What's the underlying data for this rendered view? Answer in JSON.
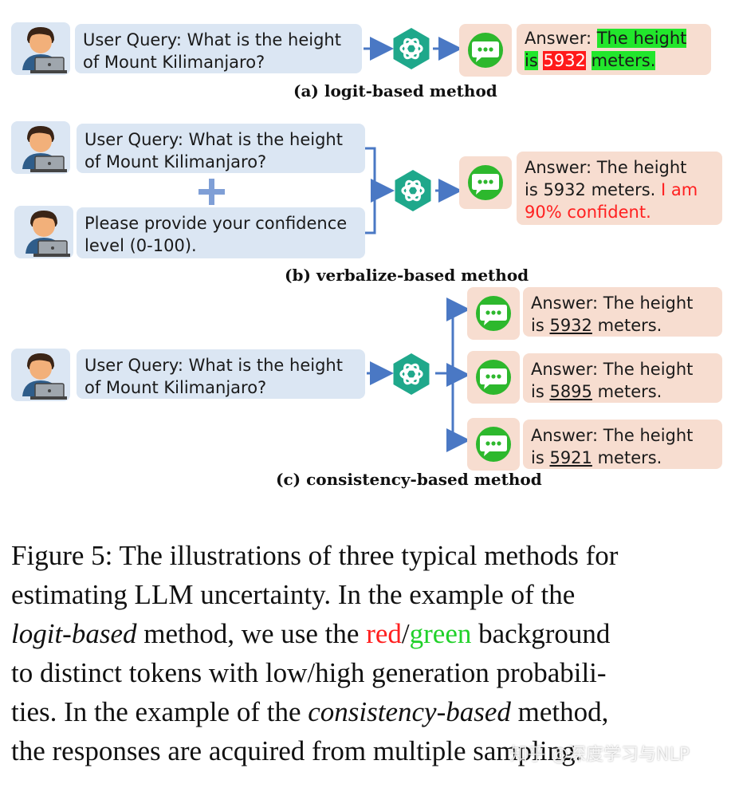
{
  "panel_a": {
    "query_line1": "User Query: What is the height",
    "query_line2": "of Mount Kilimanjaro?",
    "answer_prefix": "Answer: ",
    "answer_green1": "The height",
    "answer_green2": "is",
    "answer_red": "5932",
    "answer_green3": "meters.",
    "caption": "(a) logit-based method"
  },
  "panel_b": {
    "query_line1": "User Query: What is the height",
    "query_line2": "of Mount Kilimanjaro?",
    "plus": "+",
    "prompt_line1": "Please provide your confidence",
    "prompt_line2": "level (0-100).",
    "answer_line1": "Answer: The height",
    "answer_line2_a": "is 5932 meters. ",
    "answer_line2_b": "I am",
    "answer_line3": "90% confident.",
    "caption": "(b) verbalize-based method"
  },
  "panel_c": {
    "query_line1": "User Query: What is the height",
    "query_line2": "of Mount Kilimanjaro?",
    "answers": [
      {
        "line1": "Answer: The height",
        "pre": "is ",
        "value": "5932",
        "post": " meters."
      },
      {
        "line1": "Answer: The height",
        "pre": "is ",
        "value": "5895",
        "post": " meters."
      },
      {
        "line1": "Answer: The height",
        "pre": "is ",
        "value": "5921",
        "post": " meters."
      }
    ],
    "caption": "(c) consistency-based method"
  },
  "figure_caption": {
    "l1": "Figure 5: The illustrations of three typical methods for",
    "l2": "estimating LLM uncertainty.  In the example of the",
    "l3_italic": "logit-based",
    "l3_mid": " method, we use the ",
    "l3_red": "red",
    "l3_slash": "/",
    "l3_green": "green",
    "l3_end": " background",
    "l4": "to distinct tokens with low/high generation probabili-",
    "l5_a": "ties. In the example of the ",
    "l5_italic": "consistency-based",
    "l5_b": " method,",
    "l6": "the responses are acquired from multiple sampling."
  },
  "watermark": "知乎 @深度学习与NLP",
  "colors": {
    "user_bg": "#dbe6f3",
    "answer_bg": "#f7ddd0",
    "llm_green": "#1fa88b",
    "chat_green": "#2db82d",
    "arrow_blue": "#4a78c4",
    "highlight_green": "#22e62c",
    "highlight_red": "#ff1a1a"
  },
  "icons": [
    "user-at-laptop-icon",
    "llm-hexagon-icon",
    "chat-bubble-icon",
    "plus-icon"
  ]
}
